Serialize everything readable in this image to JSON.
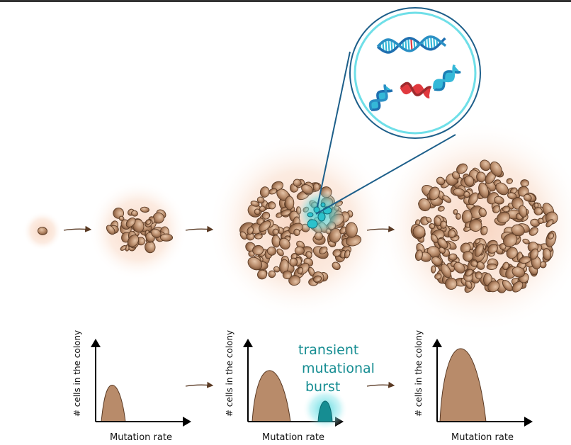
{
  "colors": {
    "cell_fill": "#b88b6a",
    "cell_stroke": "#5a3a24",
    "halo": "#f2b38f",
    "burst": "#2fd0d8",
    "burst_text": "#168d92",
    "zoom_line": "#1d5f8a",
    "zoom_ring": "#6fdfe8",
    "dna_blue": "#1f6fb0",
    "dna_cyan": "#35b8d8",
    "dna_red": "#e0393e",
    "top_bar": "#333333"
  },
  "icons": [
    "cell-colony-icon",
    "dna-helix-icon",
    "flow-arrow-icon",
    "magnifier-callout-icon"
  ],
  "plots": [
    {
      "ylabel": "# cells in the colony",
      "xlabel": "Mutation rate",
      "peak_height": 0.5,
      "burst": false
    },
    {
      "ylabel": "# cells in the colony",
      "xlabel": "Mutation rate",
      "peak_height": 0.7,
      "burst": true,
      "burst_label": "transient mutational burst"
    },
    {
      "ylabel": "# cells in the colony",
      "xlabel": "Mutation rate",
      "peak_height": 1.0,
      "burst": false
    }
  ]
}
